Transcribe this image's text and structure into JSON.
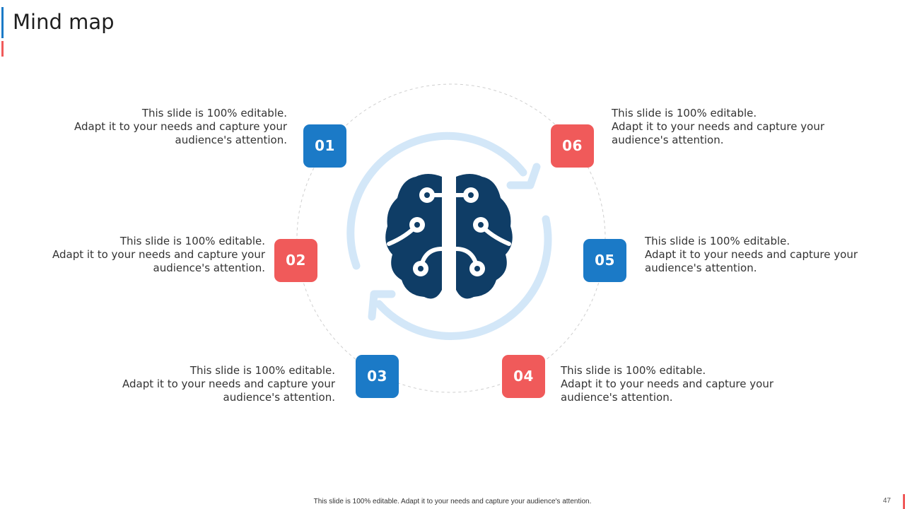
{
  "slide": {
    "title": "Mind map",
    "footer_note": "This slide is 100% editable.  Adapt it to your needs and capture your audience's attention.",
    "page_number": "47"
  },
  "colors": {
    "blue": "#1b7ac7",
    "red": "#f05a5a",
    "brain": "#0f3d66",
    "cycle_arrows": "#d3e7f8",
    "dashed_ring": "#cfcfcf"
  },
  "center_icon": "brain-circuit-icon",
  "nodes": [
    {
      "number": "01",
      "color": "blue",
      "text": [
        "This slide is 100% editable.",
        "Adapt it to your needs and capture your",
        "audience's attention."
      ]
    },
    {
      "number": "02",
      "color": "red",
      "text": [
        "This slide is 100% editable.",
        "Adapt it to your needs and capture your",
        "audience's attention."
      ]
    },
    {
      "number": "03",
      "color": "blue",
      "text": [
        "This slide is 100% editable.",
        "Adapt it to your needs and capture your",
        "audience's attention."
      ]
    },
    {
      "number": "04",
      "color": "red",
      "text": [
        "This slide is 100% editable.",
        "Adapt it to your needs and capture your",
        "audience's attention."
      ]
    },
    {
      "number": "05",
      "color": "blue",
      "text": [
        "This slide is 100% editable.",
        "Adapt it to your needs and capture your",
        "audience's attention."
      ]
    },
    {
      "number": "06",
      "color": "red",
      "text": [
        "This slide is 100% editable.",
        "Adapt it to your needs and capture your",
        "audience's attention."
      ]
    }
  ]
}
